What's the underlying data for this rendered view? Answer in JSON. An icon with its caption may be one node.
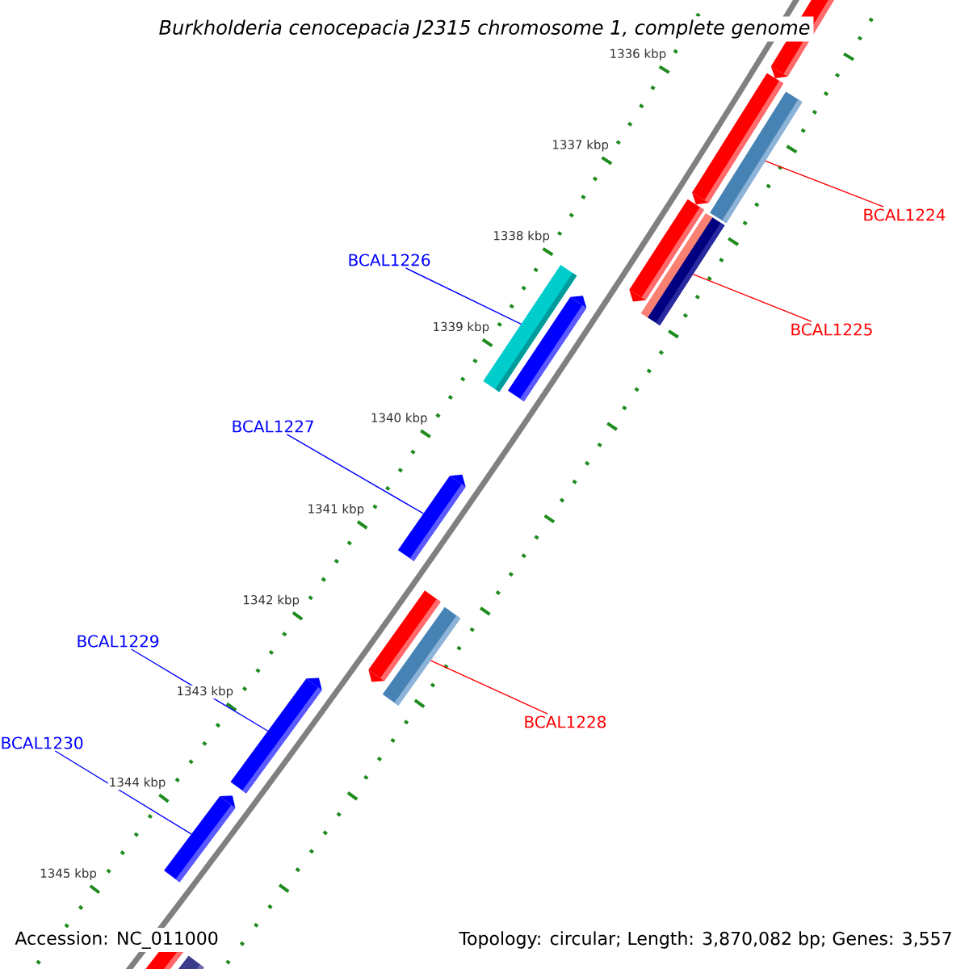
{
  "diagram": {
    "title": "Burkholderia cenocepacia J2315 chromosome 1, complete genome",
    "nodes": [
      {
        "text": [
          "BCAL1224"
        ]
      },
      {
        "text": [],
        "shape": "bar"
      },
      {
        "text": [
          "BCAL1225"
        ]
      },
      {
        "text": [],
        "shape": "bar"
      },
      {
        "text": [
          "BCAL1226"
        ]
      },
      {
        "text": [],
        "shape": "bar"
      },
      {
        "text": [
          "BCAL1227"
        ]
      },
      {
        "text": [],
        "shape": "bar"
      },
      {
        "text": [
          "BCAL1228"
        ]
      },
      {
        "text": [],
        "shape": "bar"
      },
      {
        "text": [
          "BCAL1229"
        ]
      },
      {
        "text": [],
        "shape": "bar"
      },
      {
        "text": [
          "BCAL1230"
        ]
      },
      {
        "text": [],
        "shape": "bar"
      }
    ],
    "edges": [
      {
        "from": 0,
        "to": 1,
        "arrow": "none",
        "color": "#ff0000"
      },
      {
        "from": 2,
        "to": 3,
        "arrow": "none",
        "color": "#ff0000"
      },
      {
        "from": 4,
        "to": 5,
        "arrow": "none",
        "color": "#0000ff"
      },
      {
        "from": 6,
        "to": 7,
        "arrow": "none",
        "color": "#0000ff"
      },
      {
        "from": 8,
        "to": 9,
        "arrow": "none",
        "color": "#ff0000"
      },
      {
        "from": 10,
        "to": 11,
        "arrow": "none",
        "color": "#0000ff"
      },
      {
        "from": 12,
        "to": 13,
        "arrow": "none",
        "color": "#0000ff"
      }
    ],
    "labels": [
      "1336 kbp",
      "1337 kbp",
      "1338 kbp",
      "1339 kbp",
      "1340 kbp",
      "1341 kbp",
      "1342 kbp",
      "1343 kbp",
      "1344 kbp",
      "1345 kbp",
      "Accession: NC_011000",
      "Topology: circular; Length: 3,870,082 bp; Genes: 3,557"
    ]
  }
}
